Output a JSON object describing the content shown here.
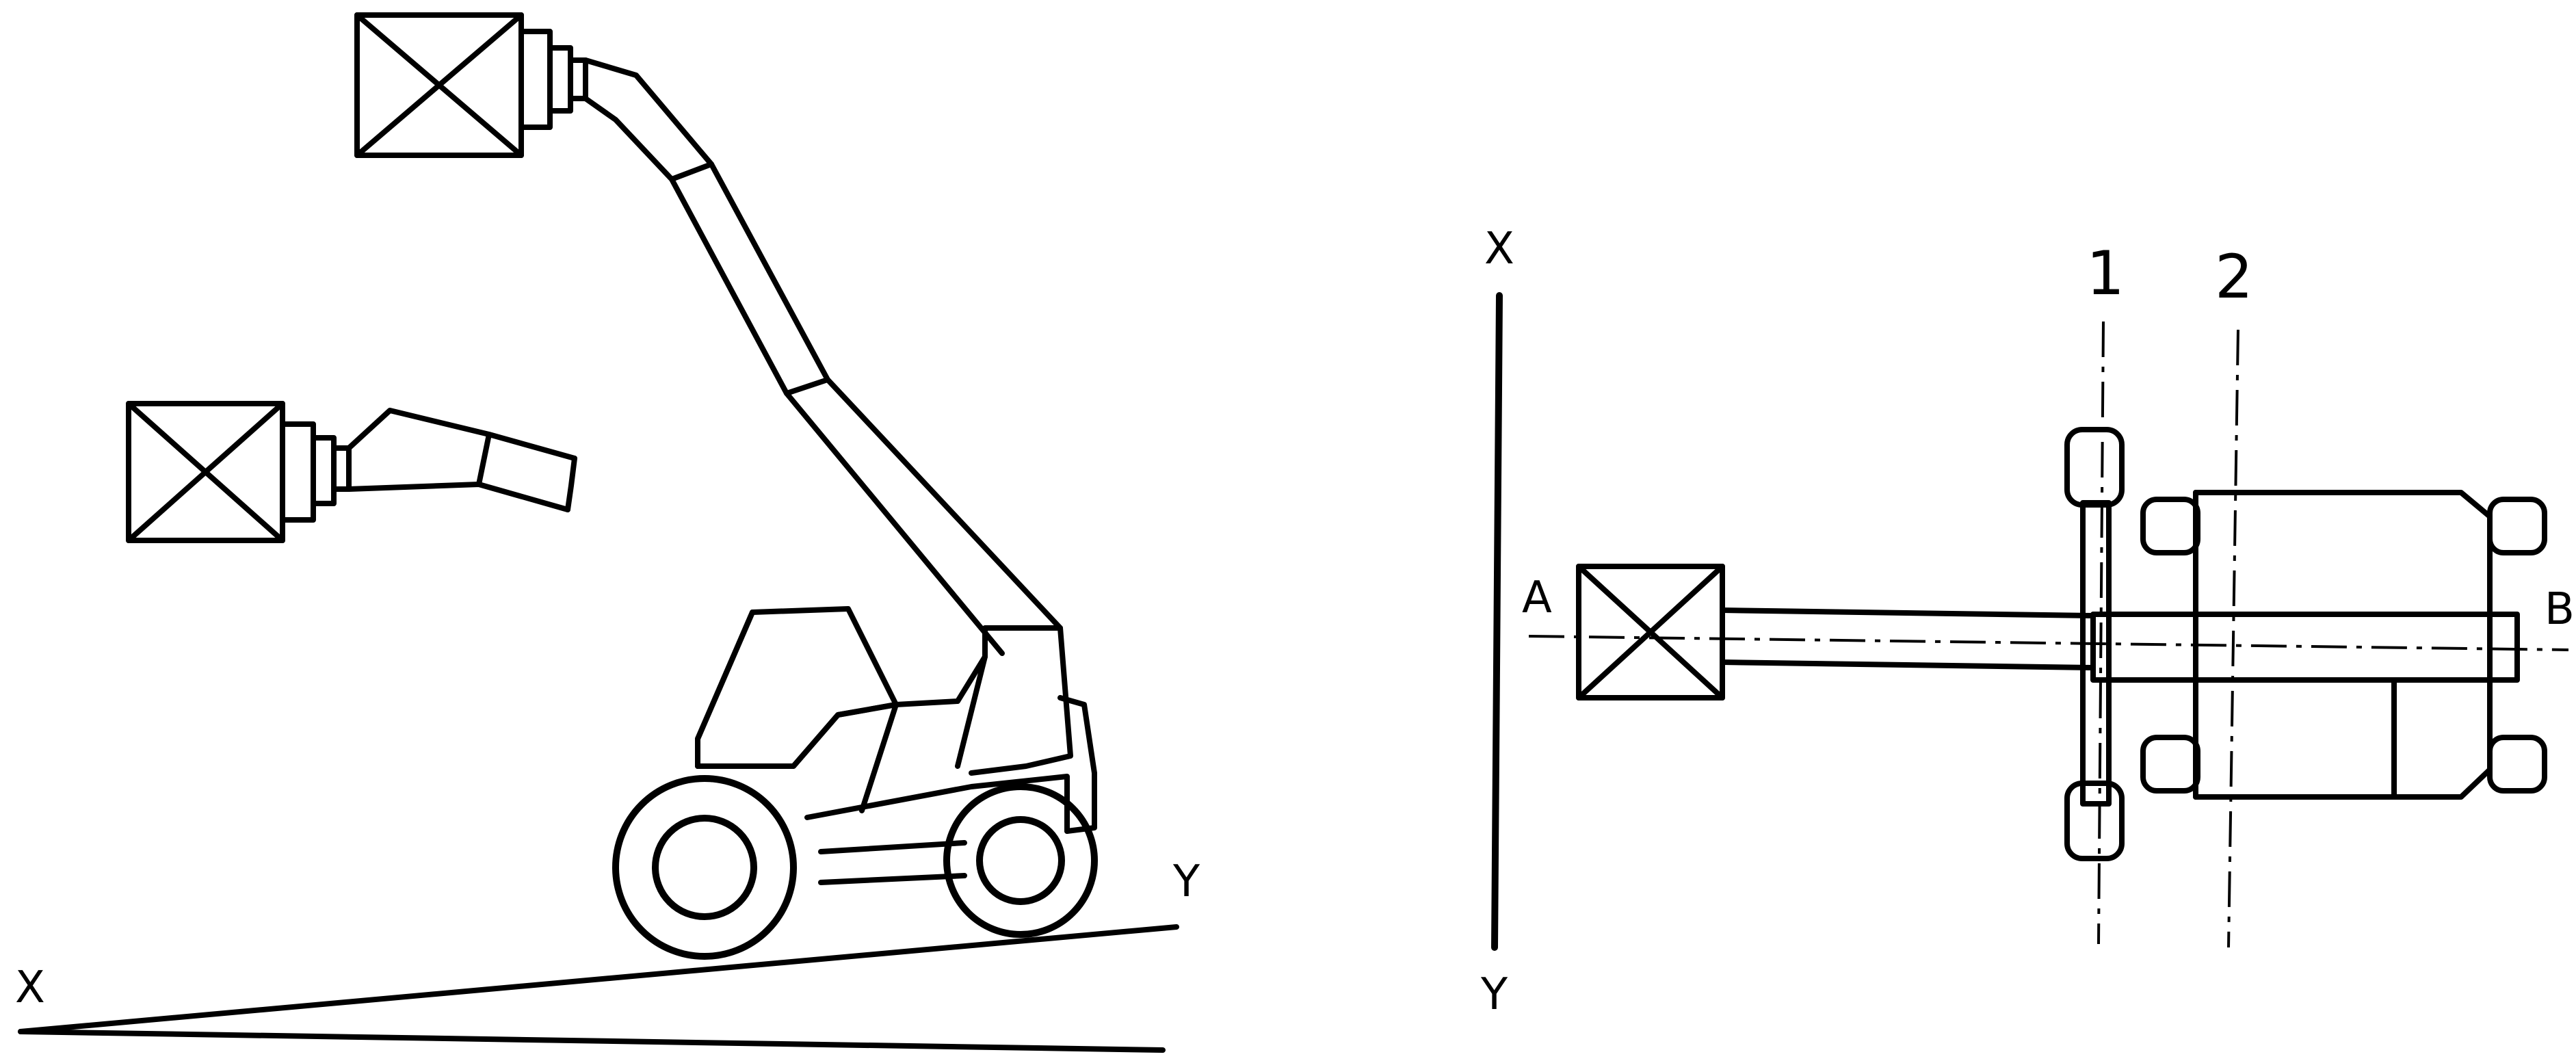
{
  "labels": {
    "left_x": "X",
    "left_y": "Y",
    "right_x": "X",
    "right_y": "Y",
    "point_a": "A",
    "point_b": "B",
    "axle_1": "1",
    "axle_2": "2"
  },
  "colors": {
    "ink": "#000000",
    "background": "#ffffff"
  }
}
